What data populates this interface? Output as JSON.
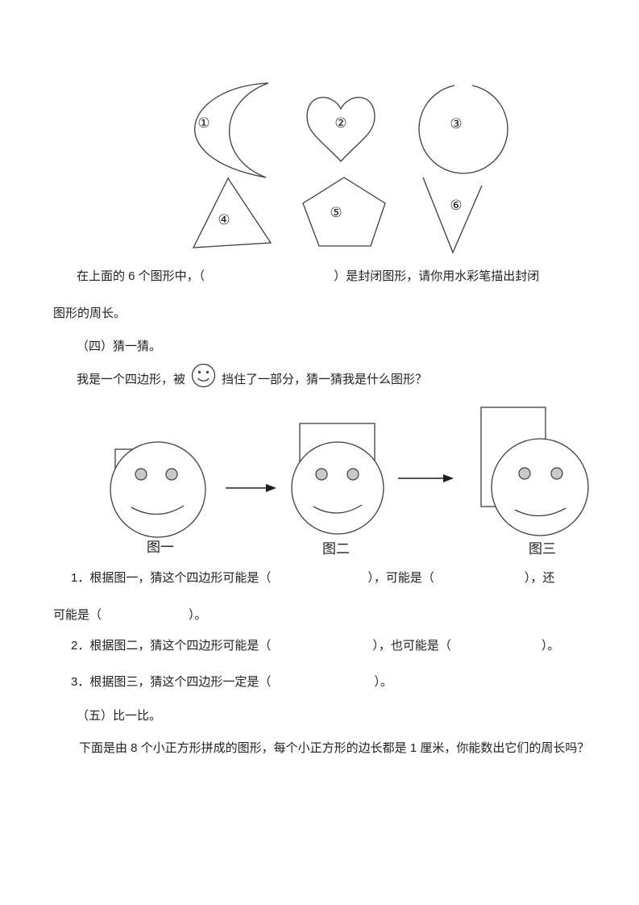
{
  "shapes": {
    "labels": [
      "①",
      "②",
      "③",
      "④",
      "⑤",
      "⑥"
    ]
  },
  "closed_question": {
    "part1": "在上面的 6 个图形中，（",
    "part2": "）是封闭图形，请你用水彩笔描出封闭",
    "line2": "图形的周长。"
  },
  "section_four": {
    "heading": "（四）猜一猜。",
    "riddle_before": "我是一个四边形，被",
    "riddle_after": "挡住了一部分，猜一猜我是什么图形？"
  },
  "figures": {
    "fig1_label": "图一",
    "fig2_label": "图二",
    "fig3_label": "图三"
  },
  "questions": {
    "q1a": "1．根据图一，猜这个四边形可能是（",
    "q1b": "），可能是（",
    "q1c": "），还",
    "q1d": "可能是（",
    "q1e": "）。",
    "q2a": "2．根据图二，猜这个四边形可能是（",
    "q2b": "），也可能是（",
    "q2c": "）。",
    "q3a": "3．根据图三，猜这个四边形一定是（",
    "q3b": "）。"
  },
  "section_five": {
    "heading": "（五）比一比。",
    "intro": "下面是由 8 个小正方形拼成的图形，每个小正方形的边长都是 1 厘米，你能数出它们的周长吗？"
  },
  "colors": {
    "ink": "#3e3e3e",
    "eye_fill": "#c9c9c9",
    "paper": "#ffffff"
  }
}
